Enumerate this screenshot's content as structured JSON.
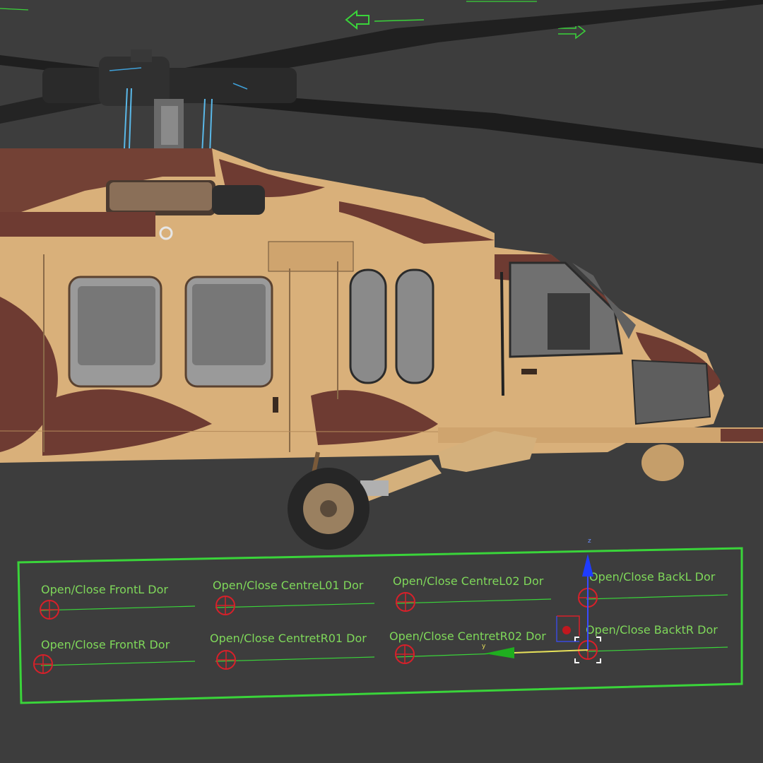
{
  "scene": {
    "background": "#3d3d3d",
    "accent_green": "#3ad43a",
    "label_green": "#7fd85a",
    "rig_red": "#d8202a",
    "camo_tan": "#d9b07a",
    "camo_brown": "#6e3b32"
  },
  "rig_panel": {
    "controls": [
      {
        "id": "frontl",
        "label": "Open/Close FrontL Dor"
      },
      {
        "id": "centrel01",
        "label": "Open/Close CentreL01 Dor"
      },
      {
        "id": "centrel02",
        "label": "Open/Close CentreL02 Dor"
      },
      {
        "id": "backl",
        "label": "Open/Close BackL Dor"
      },
      {
        "id": "frontr",
        "label": "Open/Close FrontR Dor"
      },
      {
        "id": "centrer01",
        "label": "Open/Close CentretR01 Dor"
      },
      {
        "id": "centrer02",
        "label": "Open/Close CentretR02 Dor"
      },
      {
        "id": "backr",
        "label": "Open/Close BacktR Dor"
      }
    ]
  },
  "gizmo": {
    "y_label": "y",
    "z_label": "z",
    "icons": [
      "move-gizmo-icon",
      "axis-y-arrow-icon",
      "axis-z-arrow-icon"
    ]
  }
}
